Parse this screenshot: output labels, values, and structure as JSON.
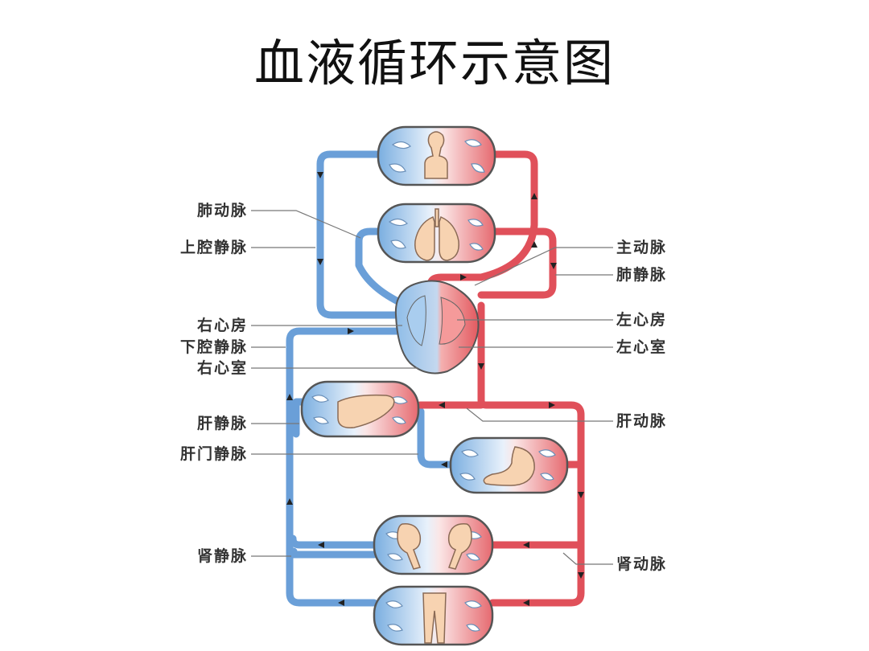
{
  "title": "血液循环示意图",
  "labels": {
    "pulmonary_artery": "肺动脉",
    "superior_vena_cava": "上腔静脉",
    "right_atrium": "右心房",
    "inferior_vena_cava": "下腔静脉",
    "right_ventricle": "右心室",
    "hepatic_vein": "肝静脉",
    "hepatic_portal_vein": "肝门静脉",
    "renal_vein": "肾静脉",
    "aorta": "主动脉",
    "pulmonary_vein": "肺静脉",
    "left_atrium": "左心房",
    "left_ventricle": "左心室",
    "hepatic_artery": "肝动脉",
    "renal_artery": "肾动脉"
  },
  "colors": {
    "venous_blood": "#6a9fd8",
    "arterial_blood": "#e0505a",
    "organ_fill": "#f7d3b1"
  }
}
